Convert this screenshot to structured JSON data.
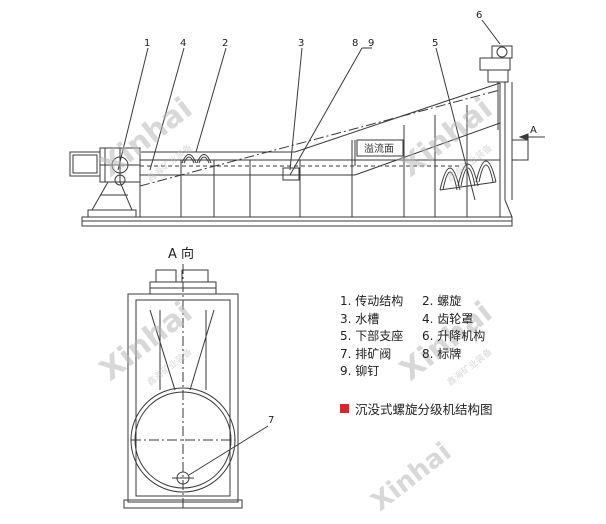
{
  "diagram": {
    "callouts": [
      "1",
      "4",
      "2",
      "3",
      "8",
      "9",
      "5",
      "6",
      "7"
    ],
    "arrow_label": "A",
    "view_label": "A 向",
    "overflow_label": "溢流面",
    "watermark": {
      "brand": "Xinhai",
      "tagline": "鑫海矿业装备"
    },
    "colors": {
      "line": "#3a3a3a",
      "accent": "#d7262b"
    }
  },
  "legend": {
    "items": [
      [
        "1. 传动结构",
        "2. 螺旋"
      ],
      [
        "3. 水槽",
        "4. 齿轮罩"
      ],
      [
        "5. 下部支座",
        "6. 升降机构"
      ],
      [
        "7. 排矿阀",
        "8. 标牌"
      ],
      [
        "9. 铆钉",
        ""
      ]
    ],
    "caption": "沉没式螺旋分级机结构图"
  }
}
